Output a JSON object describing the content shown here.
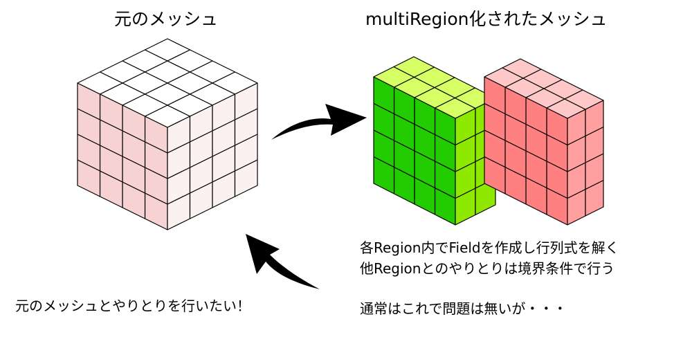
{
  "titles": {
    "original_mesh": "元のメッシュ",
    "multiregion_mesh": "multiRegion化されたメッシュ"
  },
  "captions": {
    "line1": "各Region内でFieldを作成し行列式を解く",
    "line2": "他Regionとのやりとりは境界条件で行う",
    "line3": "通常はこれで問題は無いが・・・",
    "wish": "元のメッシュとやりとりを行いたい！"
  },
  "colors": {
    "original_top": "#ffffff",
    "original_left": "#f7d2d2",
    "original_right": "#fbf1f1",
    "green_top": "#d6ff66",
    "green_front": "#22cc00",
    "green_side": "#8fe800",
    "red_top": "#ffc8c8",
    "red_front": "#ff8080",
    "red_side": "#ff9f9f",
    "stroke": "#000000",
    "arrow": "#000000"
  }
}
